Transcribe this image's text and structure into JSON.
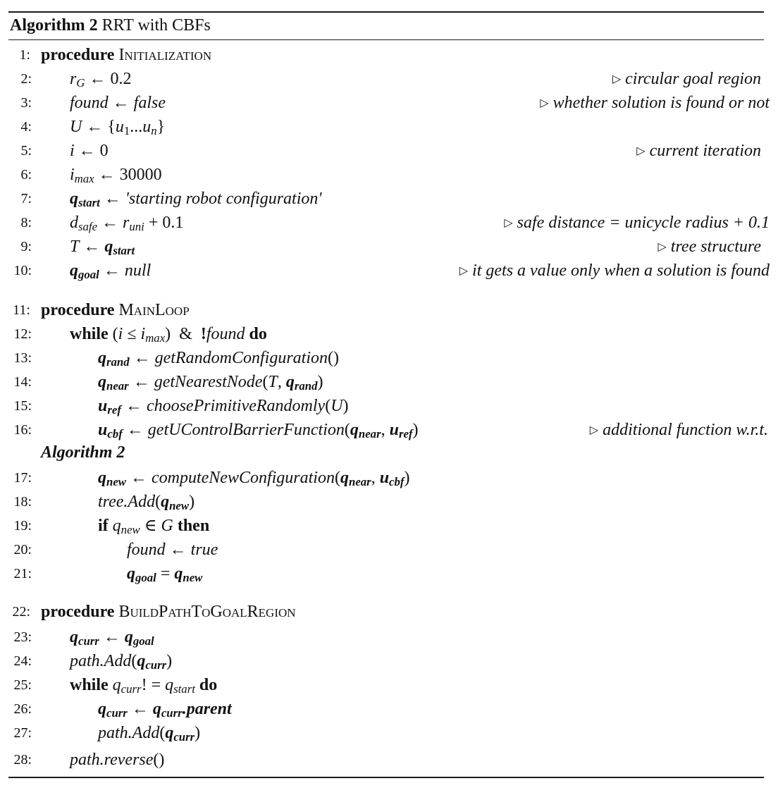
{
  "caption": {
    "label": "Algorithm 2",
    "title": "RRT with CBFs"
  },
  "lines": [
    {
      "num": "1:",
      "keyword": "procedure",
      "name": "INITIALIZATION"
    },
    {
      "num": "2:",
      "code": "r_G ← 0.2",
      "comment": "circular goal region"
    },
    {
      "num": "3:",
      "code": "found ← false",
      "comment": "whether solution is found or not"
    },
    {
      "num": "4:",
      "code": "U ← {u_1...u_n}"
    },
    {
      "num": "5:",
      "code": "i ← 0",
      "comment": "current iteration"
    },
    {
      "num": "6:",
      "code": "i_max ← 30000"
    },
    {
      "num": "7:",
      "code": "q_start ← 'starting robot configuration'"
    },
    {
      "num": "8:",
      "code": "d_safe ← r_uni + 0.1",
      "comment": "safe distance = unicycle radius + 0.1"
    },
    {
      "num": "9:",
      "code": "T ← q_start",
      "comment": "tree structure"
    },
    {
      "num": "10:",
      "code": "q_goal ← null",
      "comment": "it gets a value only when a solution is found"
    },
    {
      "num": "11:",
      "keyword": "procedure",
      "name": "MAINLOOP"
    },
    {
      "num": "12:",
      "code": "while (i ≤ i_max) & !found do"
    },
    {
      "num": "13:",
      "code": "q_rand ← getRandomConfiguration()"
    },
    {
      "num": "14:",
      "code": "q_near ← getNearestNode(T, q_rand)"
    },
    {
      "num": "15:",
      "code": "u_ref ← choosePrimitiveRandomly(U)"
    },
    {
      "num": "16:",
      "code": "u_cbf ← getUControlBarrierFunction(q_near, u_ref)",
      "comment": "additional function w.r.t.",
      "comment_cont": "Algorithm 2"
    },
    {
      "num": "17:",
      "code": "q_new ← computeNewConfiguration(q_near, u_cbf)"
    },
    {
      "num": "18:",
      "code": "tree.Add(q_new)"
    },
    {
      "num": "19:",
      "code": "if q_new ∈ G then"
    },
    {
      "num": "20:",
      "code": "found ← true"
    },
    {
      "num": "21:",
      "code": "q_goal = q_new"
    },
    {
      "num": "22:",
      "keyword": "procedure",
      "name": "BUILDPATHTOGOALREGION"
    },
    {
      "num": "23:",
      "code": "q_curr ← q_goal"
    },
    {
      "num": "24:",
      "code": "path.Add(q_curr)"
    },
    {
      "num": "25:",
      "code": "while q_curr! = q_start do"
    },
    {
      "num": "26:",
      "code": "q_curr ← q_curr.parent"
    },
    {
      "num": "27:",
      "code": "path.Add(q_curr)"
    },
    {
      "num": "28:",
      "code": "path.reverse()"
    }
  ]
}
